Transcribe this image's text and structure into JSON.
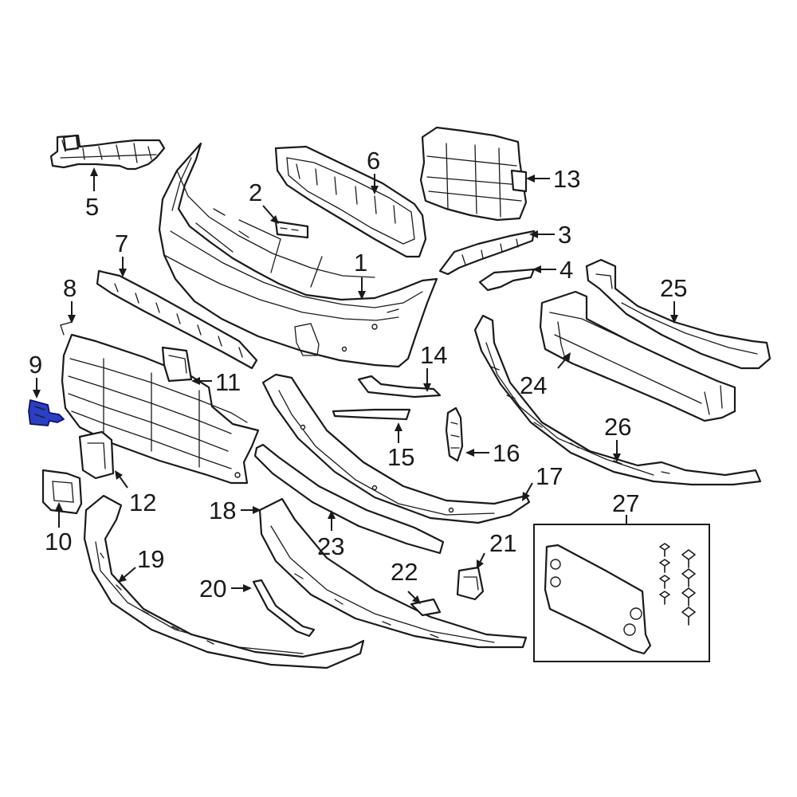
{
  "diagram": {
    "type": "exploded parts diagram",
    "highlight_color": "#2b3fc2",
    "line_color": "#1a1a1a",
    "background": "#ffffff",
    "callouts": [
      {
        "id": "1",
        "label": "1"
      },
      {
        "id": "2",
        "label": "2"
      },
      {
        "id": "3",
        "label": "3"
      },
      {
        "id": "4",
        "label": "4"
      },
      {
        "id": "5",
        "label": "5"
      },
      {
        "id": "6",
        "label": "6"
      },
      {
        "id": "7",
        "label": "7"
      },
      {
        "id": "8",
        "label": "8"
      },
      {
        "id": "9",
        "label": "9",
        "highlighted": true
      },
      {
        "id": "10",
        "label": "10"
      },
      {
        "id": "11",
        "label": "11"
      },
      {
        "id": "12",
        "label": "12"
      },
      {
        "id": "13",
        "label": "13"
      },
      {
        "id": "14",
        "label": "14"
      },
      {
        "id": "15",
        "label": "15"
      },
      {
        "id": "16",
        "label": "16"
      },
      {
        "id": "17",
        "label": "17"
      },
      {
        "id": "18",
        "label": "18"
      },
      {
        "id": "19",
        "label": "19"
      },
      {
        "id": "20",
        "label": "20"
      },
      {
        "id": "21",
        "label": "21"
      },
      {
        "id": "22",
        "label": "22"
      },
      {
        "id": "23",
        "label": "23"
      },
      {
        "id": "24",
        "label": "24"
      },
      {
        "id": "25",
        "label": "25"
      },
      {
        "id": "26",
        "label": "26"
      },
      {
        "id": "27",
        "label": "27"
      }
    ]
  }
}
